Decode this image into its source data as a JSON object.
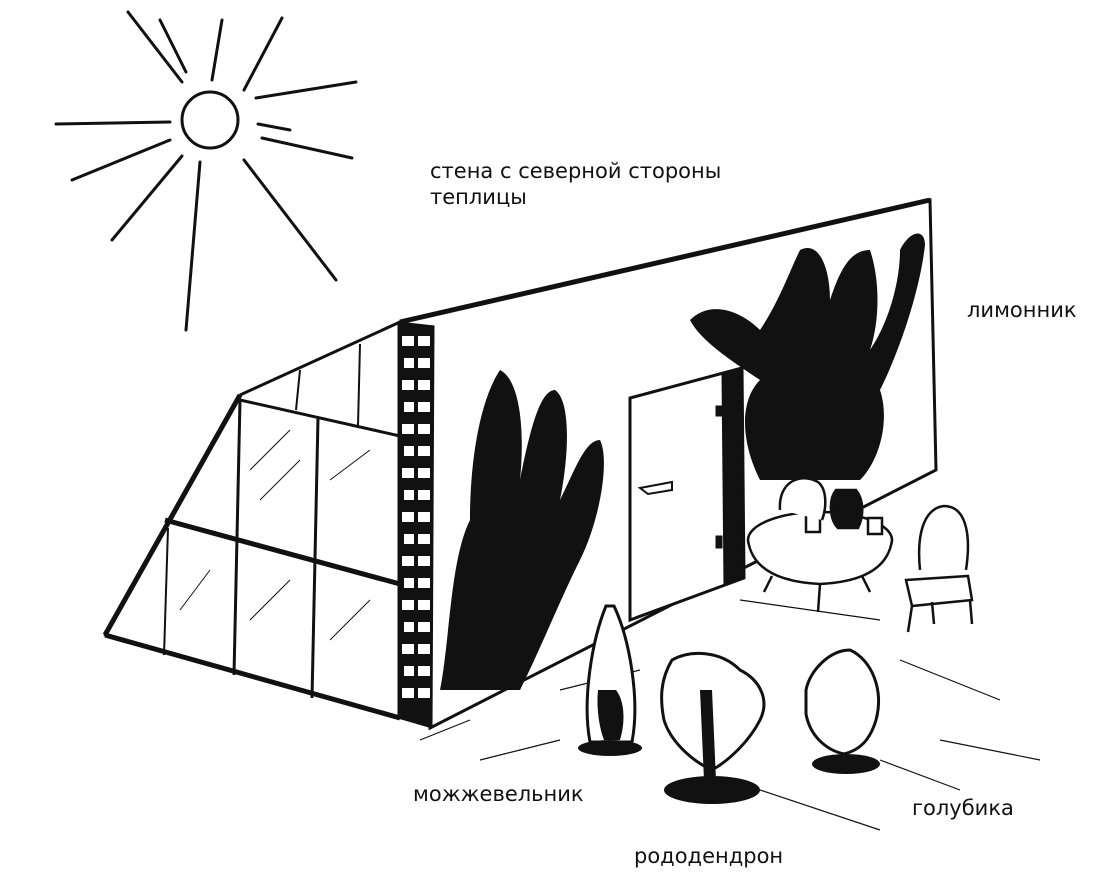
{
  "labels": {
    "wall_line1": "стена с северной стороны",
    "wall_line2": "теплицы",
    "schisandra": "лимонник",
    "juniper": "можжевельник",
    "rhododendron": "рододендрон",
    "blueberry": "голубика"
  },
  "colors": {
    "ink": "#111111",
    "paper": "#ffffff"
  }
}
